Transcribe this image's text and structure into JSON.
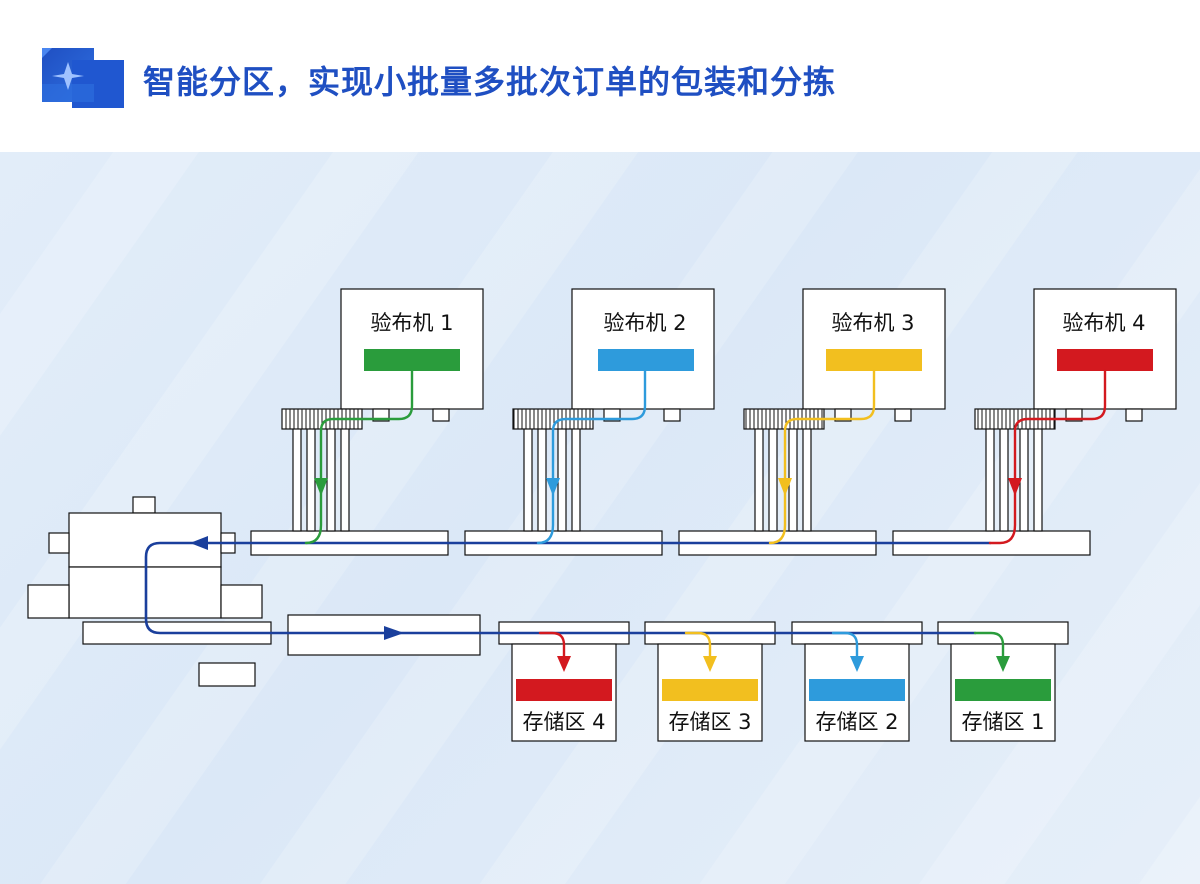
{
  "title": "智能分区，实现小批量多批次订单的包装和分拣",
  "colors": {
    "title": "#1f4fc2",
    "main_flow": "#1a3f9c",
    "green": "#2a9c3c",
    "blue": "#2e9bdc",
    "yellow": "#f2bf1f",
    "red": "#d3191f"
  },
  "inspection_machines": [
    {
      "label": "验布机 1",
      "color": "green"
    },
    {
      "label": "验布机 2",
      "color": "blue"
    },
    {
      "label": "验布机 3",
      "color": "yellow"
    },
    {
      "label": "验布机 4",
      "color": "red"
    }
  ],
  "storage_zones": [
    {
      "label": "存储区 4",
      "color": "red"
    },
    {
      "label": "存储区 3",
      "color": "yellow"
    },
    {
      "label": "存储区 2",
      "color": "blue"
    },
    {
      "label": "存储区 1",
      "color": "green"
    }
  ]
}
